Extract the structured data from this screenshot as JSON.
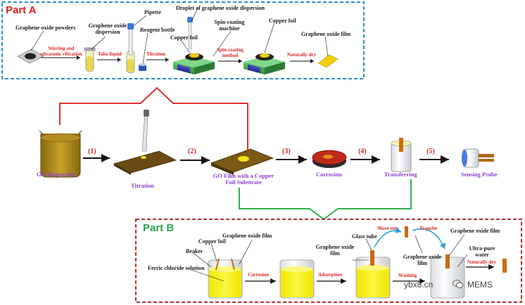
{
  "partA": {
    "title": "Part A",
    "labels": {
      "go_powders": "Graphene oxide powders",
      "go_dispersion_1": "Graphene oxide",
      "go_dispersion_2": "dispersion",
      "pipette": "Pipette",
      "reagent_bottle": "Reagent bottle",
      "droplet": "Droplet of graphene oxide dispersion",
      "copper_foil_1": "Copper foil",
      "spin_machine_1": "Spin-coating",
      "spin_machine_2": "machine",
      "copper_foil_2": "Copper foil",
      "go_film": "Graphene oxide film"
    },
    "arrows": {
      "stirring_1": "Stirring and",
      "stirring_2": "ultrasonic vibration",
      "take_liquid": "Take liquid",
      "titration": "Titration",
      "spin_method_1": "Spin-coating",
      "spin_method_2": "method",
      "naturally_dry": "Naturally dry"
    }
  },
  "main": {
    "steps": [
      "(1)",
      "(2)",
      "(3)",
      "(4)",
      "(5)"
    ],
    "labels": {
      "go_dispersion": "GO Dispersion",
      "titration": "Titration",
      "go_film_1": "GO Film with a Copper",
      "go_film_2": "Foil Substrate",
      "corrosion": "Corrosion",
      "transferring": "Transferring",
      "sensing_probe": "Sensing Probe"
    }
  },
  "partB": {
    "title": "Part B",
    "labels": {
      "go_film_top": "Graphene oxide film",
      "copper_foil": "Copper foil",
      "beaker": "Beaker",
      "ferric": "Ferric chloride solution",
      "glass_tube": "Glass tube",
      "go_film_left_1": "Graphene oxide",
      "go_film_left_2": "film",
      "go_film_mid_1": "Graphene oxide",
      "go_film_mid_2": "film",
      "go_film_right": "Graphene oxide film",
      "ultra_pure_1": "Ultra-pure",
      "ultra_pure_2": "water"
    },
    "arrows": {
      "corrosion": "Corrosion",
      "adsorption": "Adsorption",
      "washing": "Washing",
      "naturally_dry": "Naturally dry",
      "move_out": "Move out",
      "transfer": "Transfer"
    }
  },
  "watermark": {
    "site": "ybx8.cn",
    "brand": "MEMS"
  },
  "colors": {
    "partA_border": "#2a8fc8",
    "partB_border": "#b03030",
    "connector_red": "#e03030",
    "connector_green": "#2fb050",
    "solution_yellow": "#f4ee10"
  }
}
